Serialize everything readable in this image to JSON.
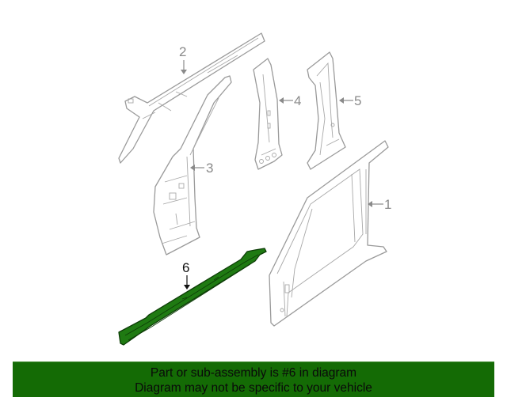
{
  "diagram": {
    "callouts": [
      {
        "number": "1",
        "highlighted": false
      },
      {
        "number": "2",
        "highlighted": false
      },
      {
        "number": "3",
        "highlighted": false
      },
      {
        "number": "4",
        "highlighted": false
      },
      {
        "number": "5",
        "highlighted": false
      },
      {
        "number": "6",
        "highlighted": true
      }
    ],
    "highlight_color": "#1f7a12",
    "line_color": "#9a9a9a"
  },
  "banner": {
    "line1": "Part or sub-assembly is #6 in diagram",
    "line2": "Diagram may not be specific to your vehicle",
    "background": "#146b05"
  }
}
